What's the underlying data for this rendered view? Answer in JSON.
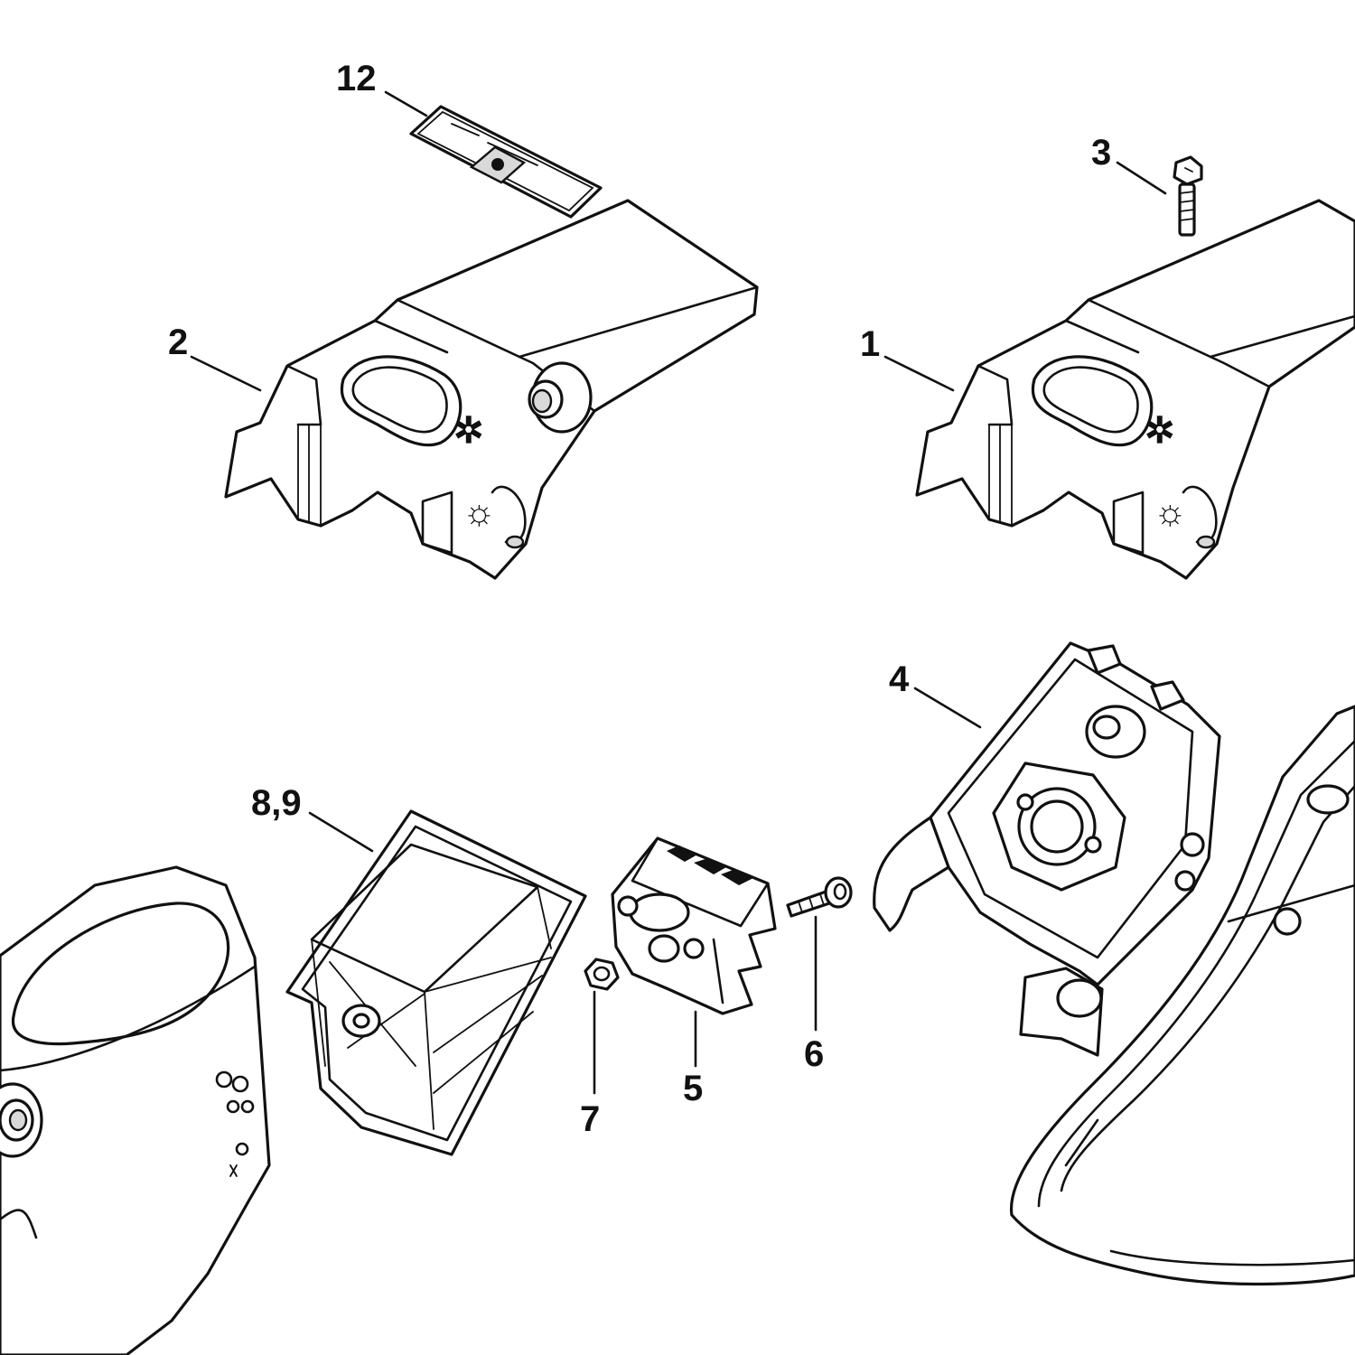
{
  "callouts": {
    "c12": "12",
    "c3": "3",
    "c2": "2",
    "c1": "1",
    "c4": "4",
    "c89": "8,9",
    "c7": "7",
    "c5": "5",
    "c6": "6"
  }
}
